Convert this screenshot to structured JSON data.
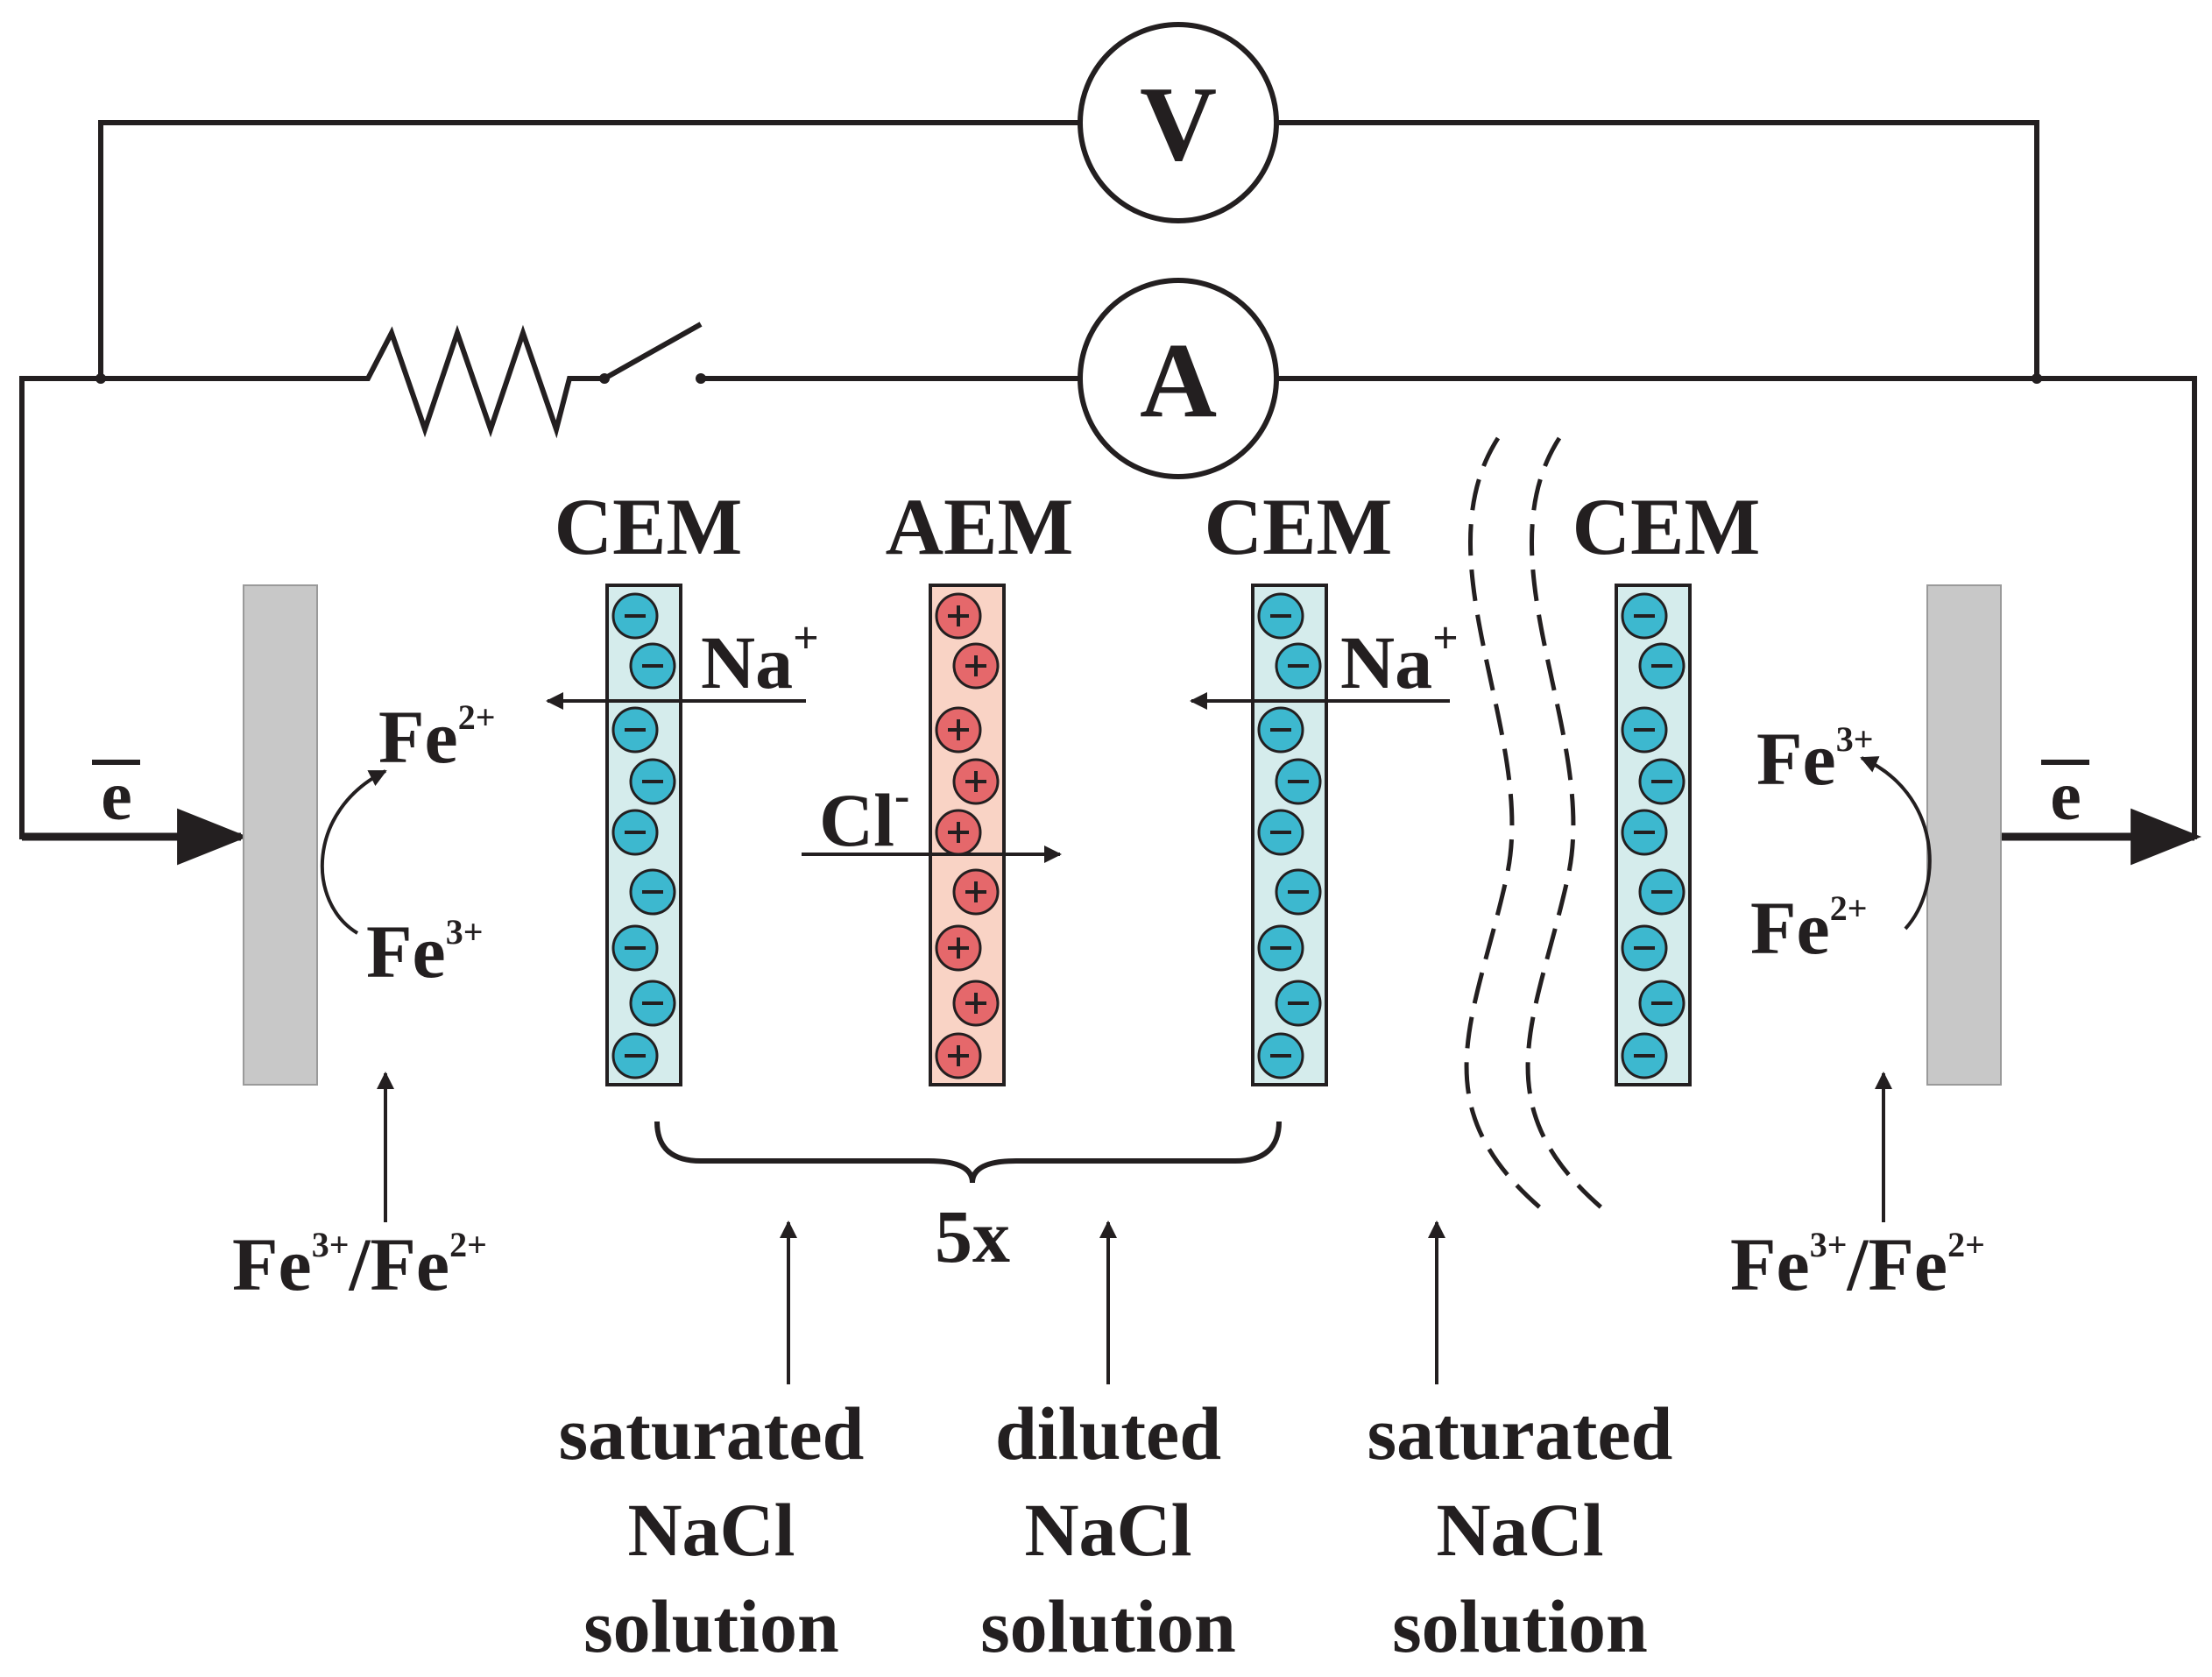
{
  "colors": {
    "ink": "#231f20",
    "electrode": "#c8c8c8",
    "cem_fill": "#d5ecec",
    "aem_fill": "#f9d3c5",
    "fixed_negative": "#3db8cf",
    "fixed_positive": "#e5686b"
  },
  "meters": {
    "voltmeter": "V",
    "ammeter": "A"
  },
  "membranes": [
    {
      "label": "CEM",
      "type": "cation-exchange",
      "fixed_charge": "−"
    },
    {
      "label": "AEM",
      "type": "anion-exchange",
      "fixed_charge": "+"
    },
    {
      "label": "CEM",
      "type": "cation-exchange",
      "fixed_charge": "−"
    },
    {
      "label": "CEM",
      "type": "cation-exchange",
      "fixed_charge": "−"
    }
  ],
  "ions": {
    "na": "Na",
    "na_charge": "+",
    "cl": "Cl",
    "cl_charge": "-"
  },
  "electron": "e",
  "left_electrode": {
    "product": "Fe",
    "product_charge": "2+",
    "reactant": "Fe",
    "reactant_charge": "3+",
    "feed_a": "Fe",
    "feed_a_charge": "3+",
    "feed_sep": "/Fe",
    "feed_b_charge": "2+"
  },
  "right_electrode": {
    "product": "Fe",
    "product_charge": "3+",
    "reactant": "Fe",
    "reactant_charge": "2+",
    "feed_a": "Fe",
    "feed_a_charge": "3+",
    "feed_sep": "/Fe",
    "feed_b_charge": "2+"
  },
  "repeat_label": "5x",
  "streams": [
    {
      "line1": "saturated",
      "line2": "NaCl",
      "line3": "solution"
    },
    {
      "line1": "diluted",
      "line2": "NaCl",
      "line3": "solution"
    },
    {
      "line1": "saturated",
      "line2": "NaCl",
      "line3": "solution"
    }
  ]
}
